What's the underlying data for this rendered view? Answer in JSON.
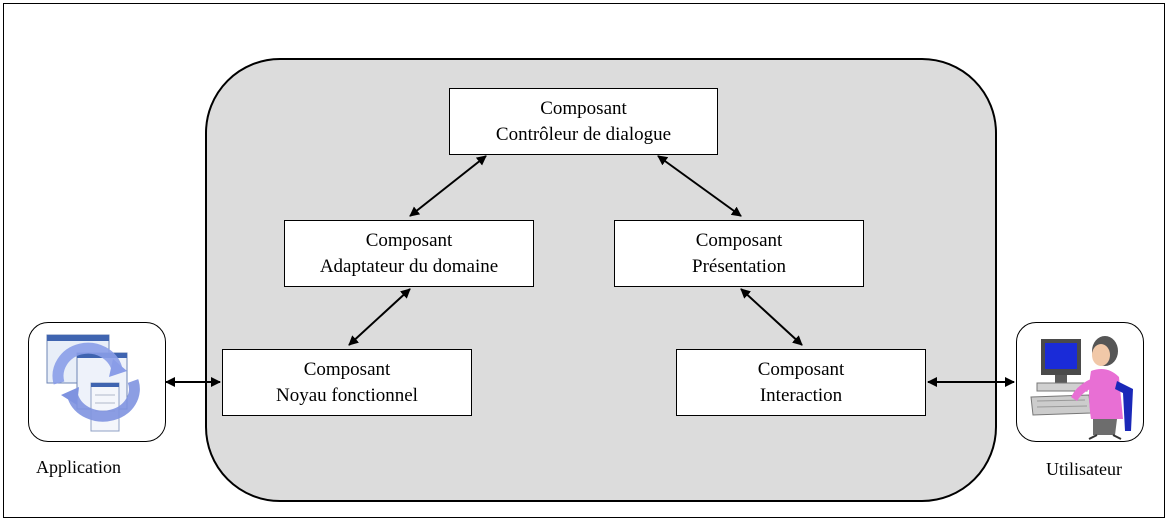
{
  "components": {
    "dialog_controller": {
      "line1": "Composant",
      "line2": "Contrôleur de dialogue"
    },
    "domain_adapter": {
      "line1": "Composant",
      "line2": "Adaptateur du domaine"
    },
    "presentation": {
      "line1": "Composant",
      "line2": "Présentation"
    },
    "functional_core": {
      "line1": "Composant",
      "line2": "Noyau fonctionnel"
    },
    "interaction": {
      "line1": "Composant",
      "line2": "Interaction"
    }
  },
  "actors": {
    "application": {
      "label": "Application",
      "icon": "application-cycle-icon"
    },
    "user": {
      "label": "Utilisateur",
      "icon": "user-computer-icon"
    }
  }
}
